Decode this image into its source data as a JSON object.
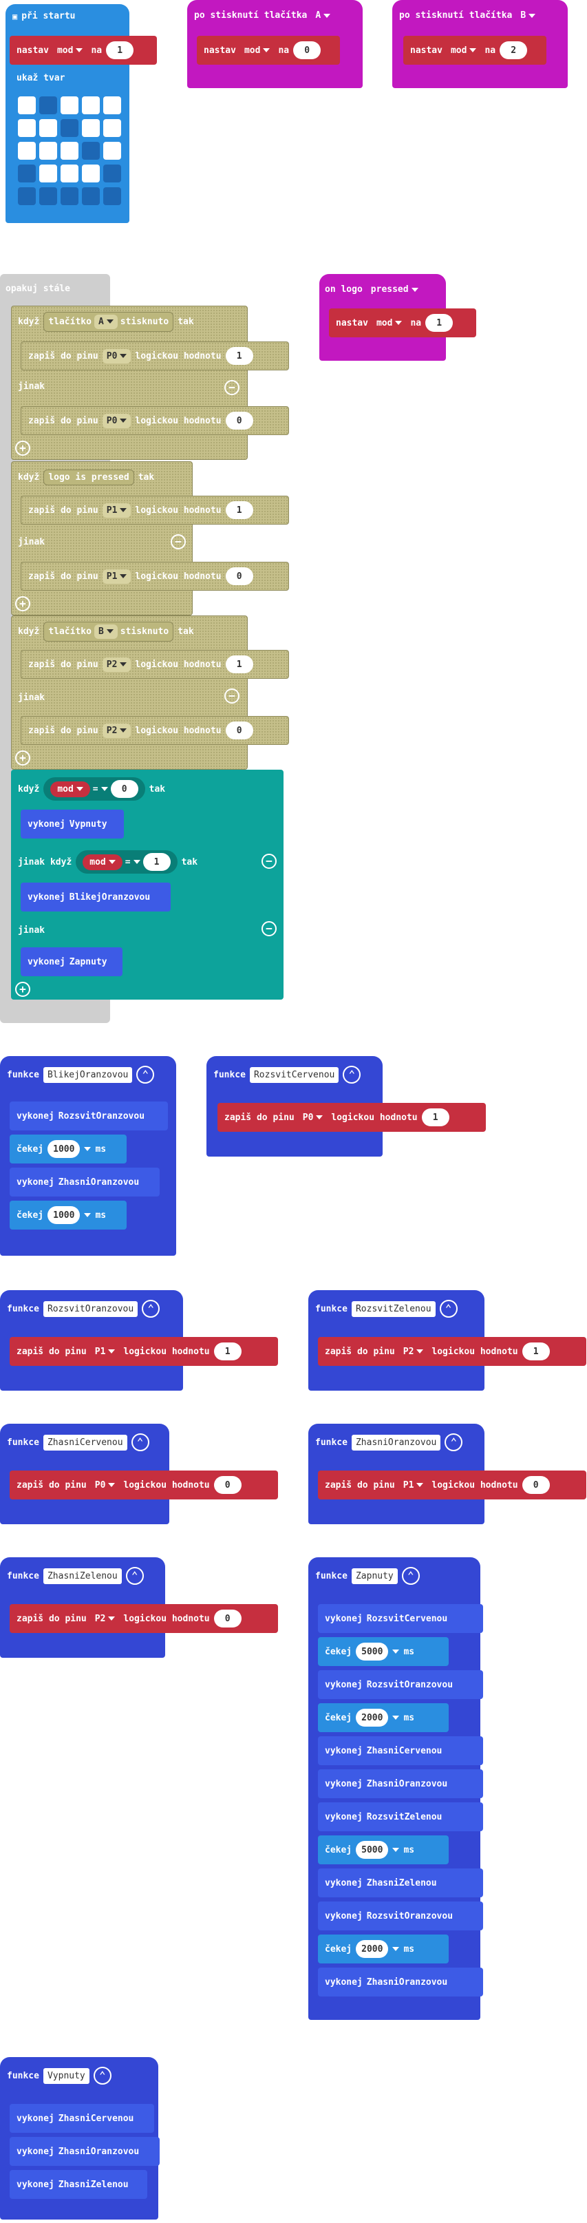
{
  "start": {
    "title": "při startu",
    "set_label": "nastav",
    "var": "mod",
    "to_label": "na",
    "value": "1",
    "show_label": "ukaž tvar"
  },
  "btnA": {
    "title": "po stisknutí tlačítka",
    "button": "A",
    "set_label": "nastav",
    "var": "mod",
    "to_label": "na",
    "value": "0"
  },
  "btnB": {
    "title": "po stisknutí tlačítka",
    "button": "B",
    "set_label": "nastav",
    "var": "mod",
    "to_label": "na",
    "value": "2"
  },
  "forever": {
    "title": "opakuj stále"
  },
  "logo": {
    "title": "on logo",
    "event": "pressed",
    "set_label": "nastav",
    "var": "mod",
    "to_label": "na",
    "value": "1"
  },
  "kw": {
    "if": "když",
    "then": "tak",
    "else": "jinak",
    "elseif": "jinak když",
    "button_label": "tlačítko",
    "pressed": "stisknuto",
    "logo_is_pressed": "logo is pressed",
    "write_label": "zapiš do pinu",
    "logic_value": "logickou hodnotu",
    "call": "vykonej",
    "wait": "čekej",
    "ms": "ms",
    "func": "funkce",
    "eq": "="
  },
  "if1": {
    "button": "A",
    "pin1": "P0",
    "val1": "1",
    "pin2": "P0",
    "val2": "0"
  },
  "if2": {
    "pin1": "P1",
    "val1": "1",
    "pin2": "P1",
    "val2": "0"
  },
  "if3": {
    "button": "B",
    "pin1": "P2",
    "val1": "1",
    "pin2": "P2",
    "val2": "0"
  },
  "if4": {
    "var": "mod",
    "cmp1": "0",
    "call1": "Vypnuty",
    "cmp2": "1",
    "call2": "BlikejOranzovou",
    "call3": "Zapnuty"
  },
  "f_blikej": {
    "name": "BlikejOranzovou",
    "c1": "RozsvitOranzovou",
    "w1": "1000",
    "c2": "ZhasniOranzovou",
    "w2": "1000"
  },
  "f_rc": {
    "name": "RozsvitCervenou",
    "pin": "P0",
    "val": "1"
  },
  "f_ro": {
    "name": "RozsvitOranzovou",
    "pin": "P1",
    "val": "1"
  },
  "f_rz": {
    "name": "RozsvitZelenou",
    "pin": "P2",
    "val": "1"
  },
  "f_zc": {
    "name": "ZhasniCervenou",
    "pin": "P0",
    "val": "0"
  },
  "f_zo": {
    "name": "ZhasniOranzovou",
    "pin": "P1",
    "val": "0"
  },
  "f_zz": {
    "name": "ZhasniZelenou",
    "pin": "P2",
    "val": "0"
  },
  "f_zap": {
    "name": "Zapnuty",
    "steps": [
      {
        "t": "call",
        "v": "RozsvitCervenou"
      },
      {
        "t": "wait",
        "v": "5000"
      },
      {
        "t": "call",
        "v": "RozsvitOranzovou"
      },
      {
        "t": "wait",
        "v": "2000"
      },
      {
        "t": "call",
        "v": "ZhasniCervenou"
      },
      {
        "t": "call",
        "v": "ZhasniOranzovou"
      },
      {
        "t": "call",
        "v": "RozsvitZelenou"
      },
      {
        "t": "wait",
        "v": "5000"
      },
      {
        "t": "call",
        "v": "ZhasniZelenou"
      },
      {
        "t": "call",
        "v": "RozsvitOranzovou"
      },
      {
        "t": "wait",
        "v": "2000"
      },
      {
        "t": "call",
        "v": "ZhasniOranzovou"
      }
    ]
  },
  "f_vyp": {
    "name": "Vypnuty",
    "c1": "ZhasniCervenou",
    "c2": "ZhasniOranzovou",
    "c3": "ZhasniZelenou"
  },
  "leds": [
    [
      1,
      0,
      1,
      1,
      1
    ],
    [
      1,
      1,
      0,
      1,
      1
    ],
    [
      1,
      1,
      1,
      0,
      1
    ],
    [
      0,
      1,
      1,
      1,
      0
    ],
    [
      0,
      0,
      0,
      0,
      0
    ]
  ]
}
